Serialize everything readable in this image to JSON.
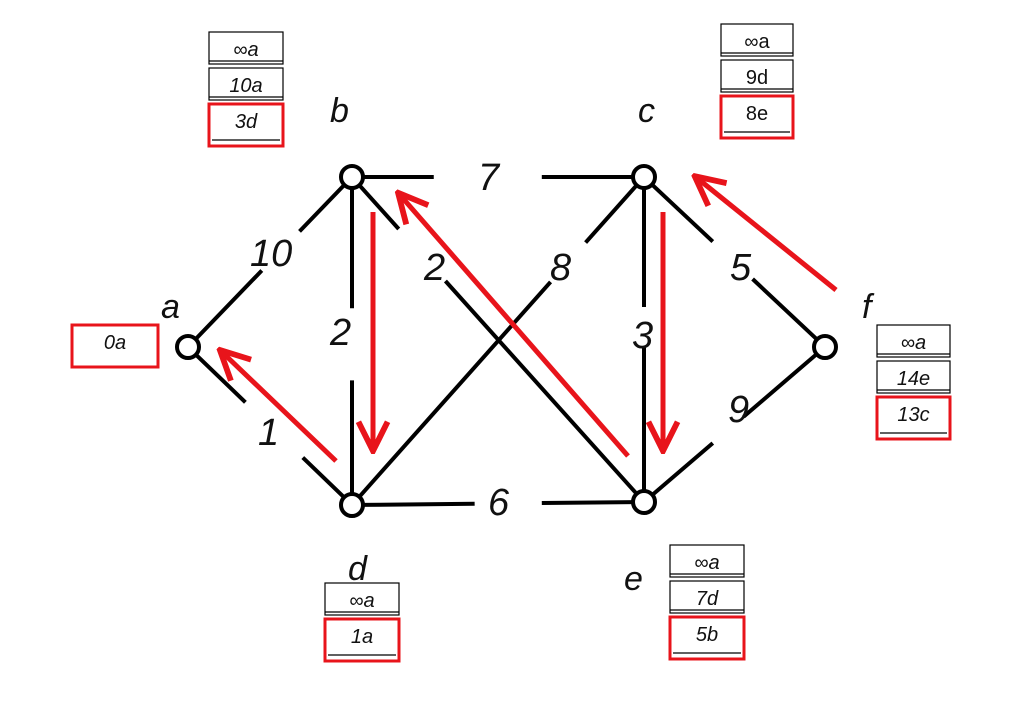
{
  "nodes": {
    "a": {
      "label": "a"
    },
    "b": {
      "label": "b"
    },
    "c": {
      "label": "c"
    },
    "d": {
      "label": "d"
    },
    "e": {
      "label": "e"
    },
    "f": {
      "label": "f"
    }
  },
  "edges": [
    {
      "from": "a",
      "to": "b",
      "weight": "10"
    },
    {
      "from": "a",
      "to": "d",
      "weight": "1"
    },
    {
      "from": "b",
      "to": "c",
      "weight": "7"
    },
    {
      "from": "b",
      "to": "d",
      "weight": "2"
    },
    {
      "from": "b",
      "to": "e",
      "weight": "2"
    },
    {
      "from": "d",
      "to": "c",
      "weight": "8"
    },
    {
      "from": "c",
      "to": "e",
      "weight": "3"
    },
    {
      "from": "c",
      "to": "f",
      "weight": "5"
    },
    {
      "from": "d",
      "to": "e",
      "weight": "6"
    },
    {
      "from": "e",
      "to": "f",
      "weight": "9"
    }
  ],
  "label_boxes": {
    "a": [
      "0a"
    ],
    "b": [
      "∞a",
      "10a",
      "3d"
    ],
    "c": [
      "∞a",
      "9d",
      "8e"
    ],
    "d": [
      "∞a",
      "1a"
    ],
    "e": [
      "∞a",
      "7d",
      "5b"
    ],
    "f": [
      "∞a",
      "14e",
      "13c"
    ]
  },
  "path_arrows": [
    {
      "from": "d",
      "to": "a"
    },
    {
      "from": "b",
      "to": "d"
    },
    {
      "from": "e",
      "to": "b"
    },
    {
      "from": "c",
      "to": "e"
    },
    {
      "from": "f",
      "to": "c"
    }
  ],
  "colors": {
    "edge": "#000000",
    "arrow": "#e8141b",
    "final_box": "#e8141b",
    "node_fill": "#ffffff"
  }
}
